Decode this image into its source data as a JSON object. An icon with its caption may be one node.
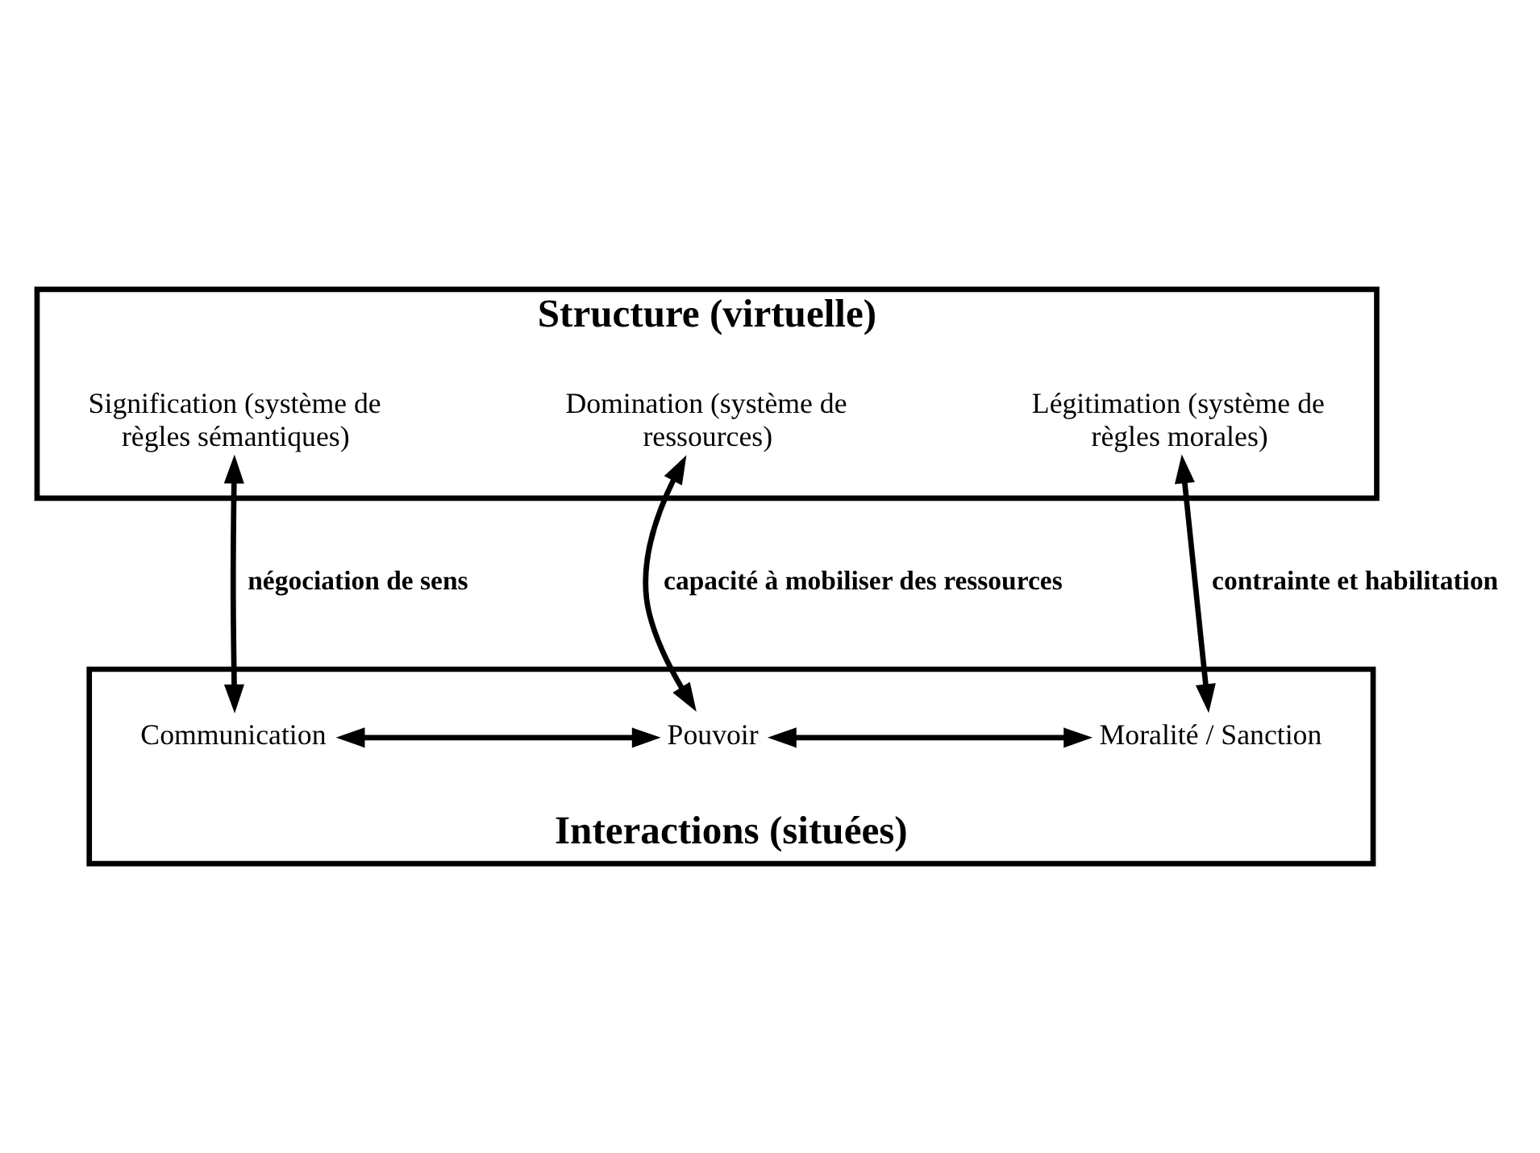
{
  "diagram": {
    "nodes": [
      {
        "text": [
          "Structure (virtuelle)"
        ]
      },
      {
        "text": [
          "Signification (système de règles sémantiques)"
        ],
        "in": 0
      },
      {
        "text": [
          "Domination (système de ressources)"
        ],
        "in": 0
      },
      {
        "text": [
          "Légitimation (système de règles morales)"
        ],
        "in": 0
      },
      {
        "text": [
          "Interactions (situées)"
        ]
      },
      {
        "text": [
          "Communication"
        ],
        "in": 4
      },
      {
        "text": [
          "Pouvoir"
        ],
        "in": 4
      },
      {
        "text": [
          "Moralité / Sanction"
        ],
        "in": 4
      }
    ],
    "edges": [
      {
        "from": 1,
        "to": 5,
        "arrow": "both",
        "label": "négociation de sens"
      },
      {
        "from": 2,
        "to": 6,
        "arrow": "both",
        "label": "capacité à mobiliser des ressources"
      },
      {
        "from": 3,
        "to": 7,
        "arrow": "both",
        "label": "contrainte et habilitation"
      },
      {
        "from": 5,
        "to": 6,
        "arrow": "both"
      },
      {
        "from": 6,
        "to": 7,
        "arrow": "both"
      }
    ]
  }
}
